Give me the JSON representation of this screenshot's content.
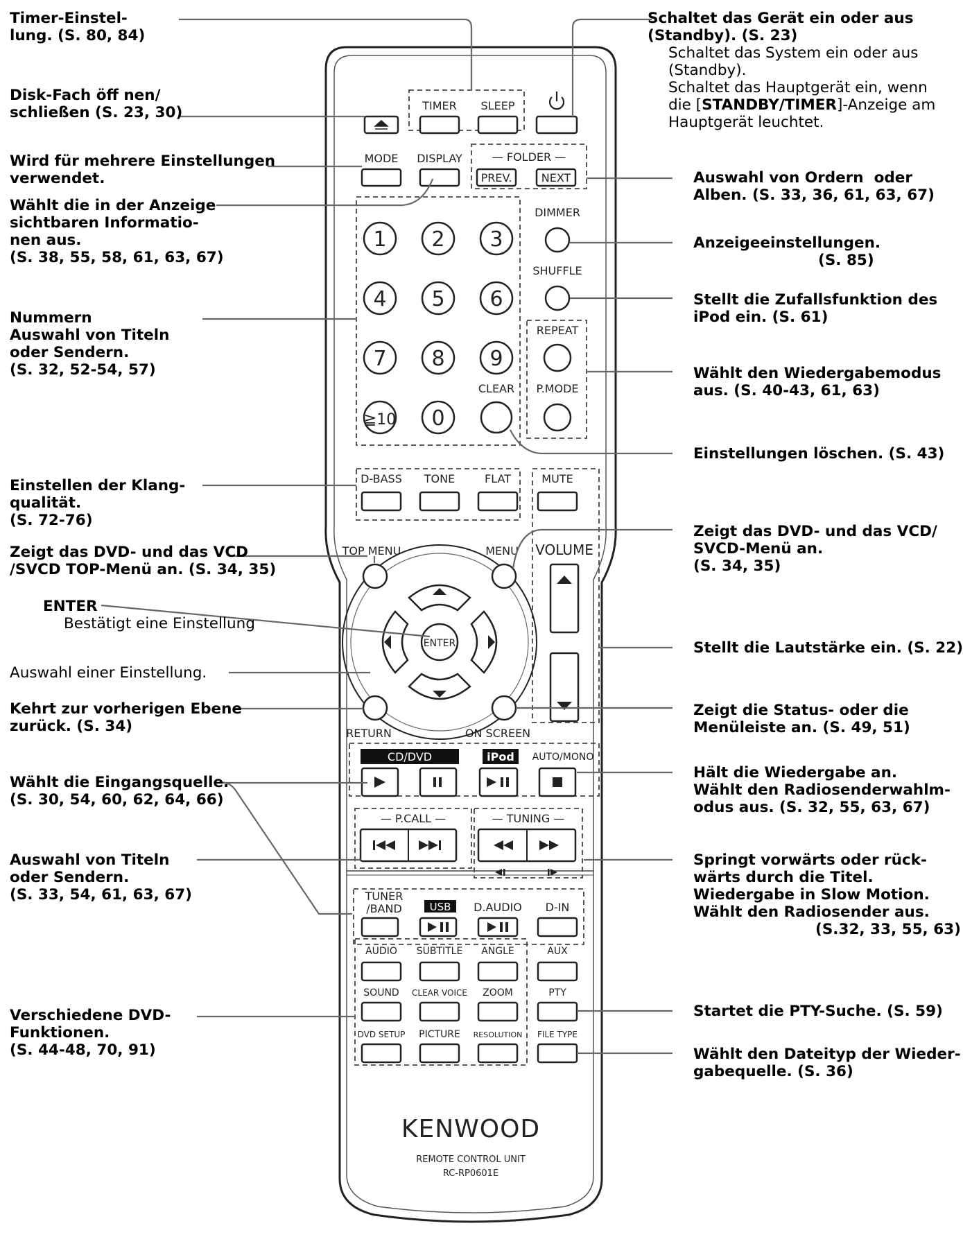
{
  "remote": {
    "buttons": {
      "timer": "TIMER",
      "sleep": "SLEEP",
      "mode": "MODE",
      "display": "DISPLAY",
      "folder": "FOLDER",
      "prev": "PREV.",
      "next": "NEXT",
      "dimmer": "DIMMER",
      "shuffle": "SHUFFLE",
      "repeat": "REPEAT",
      "clear": "CLEAR",
      "pmode": "P.MODE",
      "num1": "1",
      "num2": "2",
      "num3": "3",
      "num4": "4",
      "num5": "5",
      "num6": "6",
      "num7": "7",
      "num8": "8",
      "num9": "9",
      "num10plus": "≧10",
      "num0": "0",
      "dbass": "D-BASS",
      "tone": "TONE",
      "flat": "FLAT",
      "mute": "MUTE",
      "top_menu": "TOP MENU",
      "menu": "MENU",
      "volume": "VOLUME",
      "enter": "ENTER",
      "return": "RETURN",
      "on_screen": "ON SCREEN",
      "cd_dvd": "CD/DVD",
      "ipod": "iPod",
      "auto_mono": "AUTO/MONO",
      "pcall": "P.CALL",
      "tuning": "TUNING",
      "tuner_band_1": "TUNER",
      "tuner_band_2": "/BAND",
      "usb": "USB",
      "d_audio": "D.AUDIO",
      "d_in": "D-IN",
      "audio": "AUDIO",
      "subtitle": "SUBTITLE",
      "angle": "ANGLE",
      "aux": "AUX",
      "sound": "SOUND",
      "clear_voice": "CLEAR VOICE",
      "zoom": "ZOOM",
      "pty": "PTY",
      "dvd_setup": "DVD SETUP",
      "picture": "PICTURE",
      "resolution": "RESOLUTION",
      "file_type": "FILE TYPE"
    },
    "brand": "KENWOOD",
    "unit_label": "REMOTE CONTROL UNIT",
    "model": "RC-RP0601E"
  },
  "annotations": {
    "timer": [
      "Timer-Einstel-",
      "lung. (S. 80, 84)"
    ],
    "disk": [
      "Disk-Fach öff nen/",
      "schließen (S. 23, 30)"
    ],
    "mode": [
      "Wird für mehrere Einstellungen",
      "verwendet."
    ],
    "display": [
      "Wählt die in der Anzeige",
      "sichtbaren Informatio-",
      "nen aus.",
      "(S. 38, 55, 58, 61, 63, 67)"
    ],
    "numbers": [
      "Nummern",
      "Auswahl von Titeln",
      "oder Sendern.",
      "(S. 32, 52-54, 57)"
    ],
    "sound": [
      "Einstellen der Klang-",
      "qualität.",
      "(S. 72-76)"
    ],
    "top_menu": [
      "Zeigt das DVD- und das VCD",
      "/SVCD TOP-Menü an. (S. 34, 35)"
    ],
    "enter_title": "ENTER",
    "enter_desc": "Bestätigt eine Einstellung",
    "select": "Auswahl einer Einstellung.",
    "return": [
      "Kehrt zur vorherigen Ebene",
      "zurück. (S. 34)"
    ],
    "source": [
      "Wählt die Eingangsquelle.",
      "(S. 30, 54, 60, 62, 64, 66)"
    ],
    "titles": [
      "Auswahl von Titeln",
      "oder Sendern.",
      "(S. 33, 54, 61, 63, 67)"
    ],
    "dvd_funcs": [
      "Verschiedene DVD-",
      "Funktionen.",
      "(S. 44-48, 70, 91)"
    ],
    "power_title": [
      "Schaltet das Gerät ein oder aus",
      "(Standby). (S. 23)"
    ],
    "power_desc_1": [
      "Schaltet das System ein oder aus",
      "(Standby)."
    ],
    "power_desc_2a": "Schaltet das Hauptgerät ein, wenn",
    "power_desc_2b_pre": "die [",
    "power_desc_2b_bold": "STANDBY/TIMER",
    "power_desc_2b_post": "]-Anzeige am",
    "power_desc_2c": "Hauptgerät leuchtet.",
    "folder": [
      "Auswahl von Ordern  oder",
      "Alben. (S. 33, 36, 61, 63, 67)"
    ],
    "dimmer": [
      "Anzeigeeinstellungen.",
      "(S. 85)"
    ],
    "shuffle": [
      "Stellt die Zufallsfunktion des",
      "iPod ein. (S. 61)"
    ],
    "repeat": [
      "Wählt den Wiedergabemodus",
      "aus. (S. 40-43, 61, 63)"
    ],
    "clear": "Einstellungen löschen. (S. 43)",
    "menu": [
      "Zeigt das DVD- und das VCD/",
      "SVCD-Menü an.",
      "(S. 34, 35)"
    ],
    "volume": "Stellt die Lautstärke ein. (S. 22)",
    "on_screen": [
      "Zeigt die Status- oder die",
      "Menüleiste an. (S. 49, 51)"
    ],
    "stop": [
      "Hält die Wiedergabe an.",
      "Wählt den Radiosenderwahlm-",
      "odus aus. (S. 32, 55, 63, 67)"
    ],
    "skip": [
      "Springt vorwärts oder rück-",
      "wärts durch die Titel.",
      "Wiedergabe in Slow Motion.",
      "Wählt den Radiosender aus.",
      "(S.32, 33, 55, 63)"
    ],
    "pty": "Startet die PTY-Suche. (S. 59)",
    "file_type": [
      "Wählt den Dateityp der Wieder-",
      "gabequelle. (S. 36)"
    ]
  }
}
